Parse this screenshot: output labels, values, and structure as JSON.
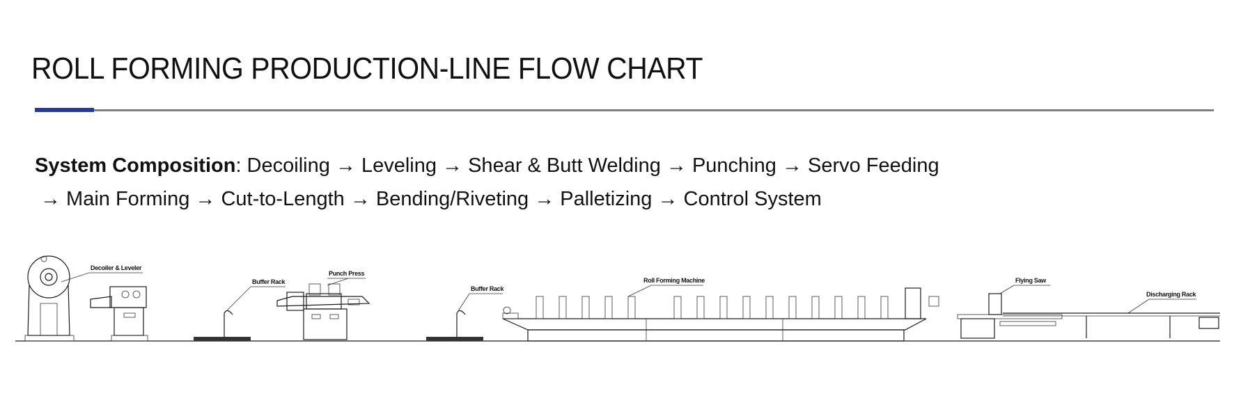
{
  "header": {
    "title": "ROLL FORMING PRODUCTION-LINE FLOW CHART"
  },
  "composition": {
    "label": "System Composition",
    "line1": ": Decoiling → Leveling → Shear & Butt Welding → Punching → Servo Feeding",
    "line2": "→ Main Forming → Cut-to-Length → Bending/Riveting → Palletizing → Control System"
  },
  "diagram": {
    "labels": {
      "decoiler": "Decoiler & Leveler",
      "buffer1": "Buffer Rack",
      "punch": "Punch Press",
      "buffer2": "Buffer Rack",
      "roll_forming": "Roll Forming Machine",
      "flying_saw": "Flying Saw",
      "discharging": "Discharging Rack"
    }
  },
  "colors": {
    "accent": "#263b96",
    "rule": "#7f7f7f",
    "text": "#111111"
  }
}
